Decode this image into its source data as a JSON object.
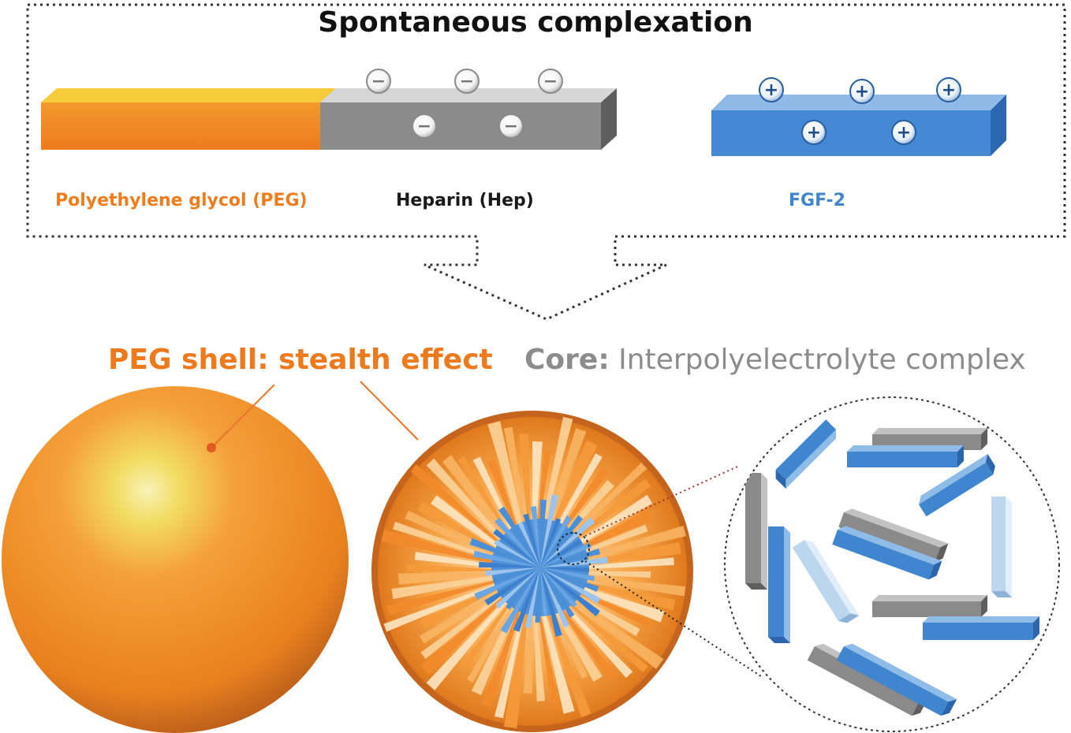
{
  "title": "Spontaneous complexation",
  "components": [
    {
      "id": "peg",
      "label": "Polyethylene glycol (PEG)",
      "color": "#f07d1d"
    },
    {
      "id": "hep",
      "label": "Heparin (Hep)",
      "color": "#1a1a1a",
      "charge": "−",
      "charge_count": 5
    },
    {
      "id": "fgf",
      "label": "FGF-2",
      "color": "#3f86cf",
      "charge": "+",
      "charge_count": 5
    }
  ],
  "shell_label": "PEG shell: stealth effect",
  "core_label": {
    "keyword": "Core:",
    "text": " Interpolyelectrolyte complex"
  },
  "colors": {
    "peg": "#f5851f",
    "heparin": "#8a8a8a",
    "fgf2": "#3f86cf",
    "fgf2_light": "#bcd6ee",
    "shell_text": "#ee7a1e",
    "core_text": "#8c8c8c"
  }
}
